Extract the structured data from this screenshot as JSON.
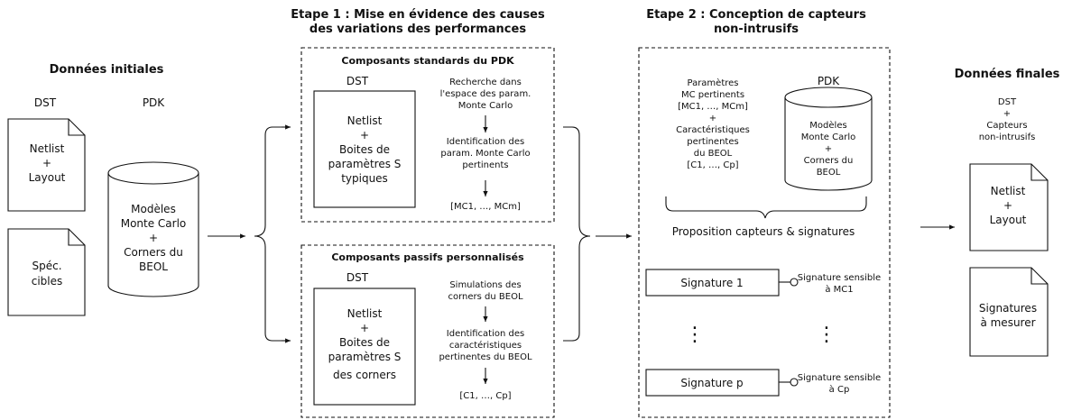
{
  "initial": {
    "title": "Données initiales",
    "dst": "DST",
    "pdk": "PDK",
    "doc1": [
      "Netlist",
      "+",
      "Layout"
    ],
    "doc2": [
      "Spéc.",
      "cibles"
    ],
    "cyl": [
      "Modèles",
      "Monte Carlo",
      "+",
      "Corners du",
      "BEOL"
    ]
  },
  "step1": {
    "title": [
      "Etape 1 : Mise en évidence des causes",
      "des variations des performances"
    ],
    "standard": {
      "title": "Composants standards du PDK",
      "dst": "DST",
      "box": [
        "Netlist",
        "+",
        "Boites de",
        "paramètres S",
        "typiques"
      ],
      "flow1": [
        "Recherche dans",
        "l'espace des param.",
        "Monte Carlo"
      ],
      "flow2": [
        "Identification des",
        "param. Monte Carlo",
        "pertinents"
      ],
      "flow3": "[MC1, …, MCm]"
    },
    "passive": {
      "title": "Composants passifs personnalisés",
      "dst": "DST",
      "box": [
        "Netlist",
        "+",
        "Boites de",
        "paramètres S",
        "des corners"
      ],
      "flow1": [
        "Simulations des",
        "corners du BEOL"
      ],
      "flow2": [
        "Identification des",
        "caractéristiques",
        "pertinentes du BEOL"
      ],
      "flow3": "[C1, …, Cp]"
    }
  },
  "step2": {
    "title": [
      "Etape 2 : Conception de capteurs",
      "non-intrusifs"
    ],
    "params": [
      "Paramètres",
      "MC pertinents",
      "[MC1, …, MCm]",
      "+",
      "Caractéristiques",
      "pertinentes",
      "du BEOL",
      "[C1, …, Cp]"
    ],
    "pdk": "PDK",
    "cyl": [
      "Modèles",
      "Monte Carlo",
      "+",
      "Corners du",
      "BEOL"
    ],
    "proposal": "Proposition capteurs & signatures",
    "sig1": "Signature 1",
    "sig1_note": [
      "Signature sensible",
      "à MC1"
    ],
    "dots": "⋮",
    "sigp": "Signature p",
    "sigp_note": [
      "Signature sensible",
      "à Cp"
    ]
  },
  "final": {
    "title": "Données finales",
    "label": [
      "DST",
      "+",
      "Capteurs",
      "non-intrusifs"
    ],
    "doc1": [
      "Netlist",
      "+",
      "Layout"
    ],
    "doc2": [
      "Signatures",
      "à mesurer"
    ]
  }
}
